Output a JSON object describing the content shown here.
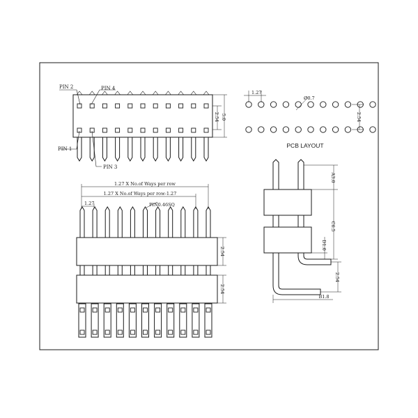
{
  "top_view": {
    "pin2_label": "PIN 2",
    "pin4_label": "PIN 4",
    "pin1_label": "PIN 1",
    "pin3_label": "PIN 3",
    "pitch_label": "2.54",
    "height_label": "5.0"
  },
  "pcb_layout": {
    "title": "PCB LAYOUT",
    "pitch_label": "1.27",
    "hole_label": "Ø0.7",
    "row_pitch_label": "2.54"
  },
  "front_view": {
    "overall_label": "1.27 X No.of Ways per row",
    "inner_label": "1.27 X No.of Ways per row-1.27",
    "pitch_label": "1.27",
    "pin_label": "PIN0.46SQ",
    "upper_height_label": "2.54",
    "lower_height_label": "2.54"
  },
  "side_view": {
    "top_label": "A3.0",
    "mid_label": "C6.5",
    "low_label": "D1.0",
    "pitch_label": "2.54",
    "tail_label": "B1.8"
  }
}
